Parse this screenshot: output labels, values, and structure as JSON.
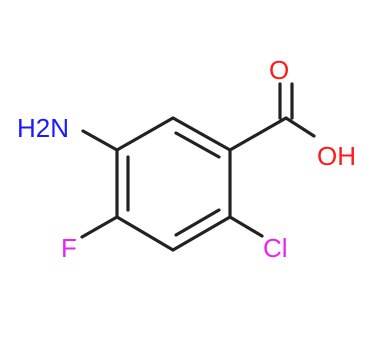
{
  "molecule": {
    "atoms": {
      "amine": {
        "label": "H2N",
        "color": "#1a1aff"
      },
      "fluoro": {
        "label": "F",
        "color": "#ee22ee"
      },
      "chloro": {
        "label": "Cl",
        "color": "#ee22ee"
      },
      "carbonyl_oxygen": {
        "label": "O",
        "color": "#ff1a1a"
      },
      "hydroxyl": {
        "label": "OH",
        "color": "#ff1a1a"
      }
    },
    "bond_color": "#222222"
  }
}
